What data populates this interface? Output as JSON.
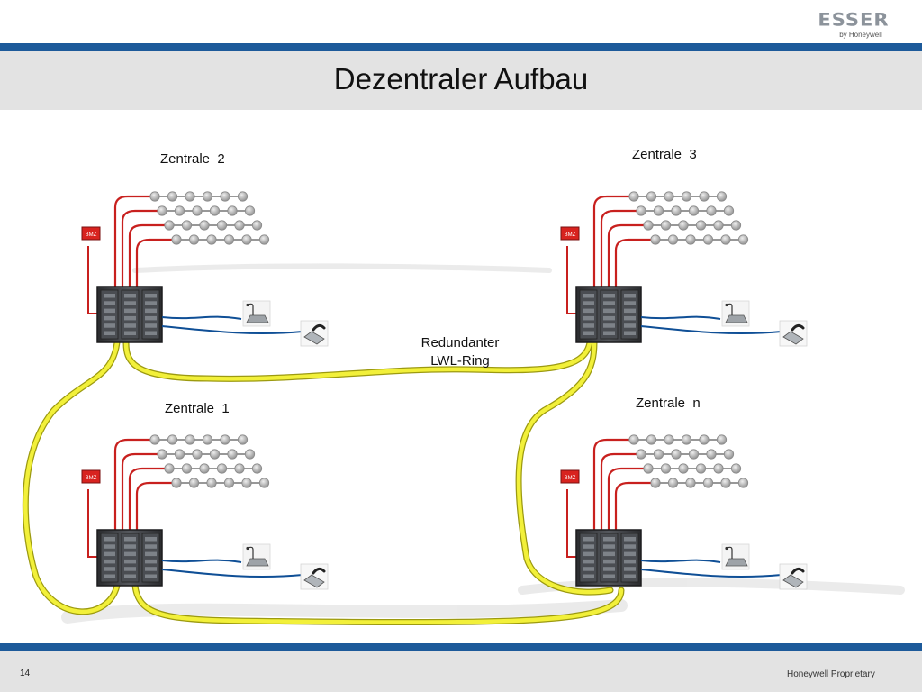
{
  "header": {
    "brand": "ESSER",
    "brand_sub": "by Honeywell",
    "title": "Dezentraler Aufbau"
  },
  "diagram": {
    "panels": [
      {
        "label": "Zentrale  2",
        "bmz": "BMZ"
      },
      {
        "label": "Zentrale  3",
        "bmz": "BMZ"
      },
      {
        "label": "Zentrale  1",
        "bmz": "BMZ"
      },
      {
        "label": "Zentrale  n",
        "bmz": "BMZ"
      }
    ],
    "ring_label_line1": "Redundanter",
    "ring_label_line2": "LWL-Ring",
    "colors": {
      "ring": "#f2f03a",
      "ring_outline": "#9c9a10",
      "loop_cable": "#c8201e",
      "audio_cable": "#0f4f96",
      "bmz_box": "#d8231f",
      "cabinet": "#3a3c40",
      "detector": "#b8b8b8"
    }
  },
  "footer": {
    "page_number": "14",
    "text": "Honeywell Proprietary"
  }
}
